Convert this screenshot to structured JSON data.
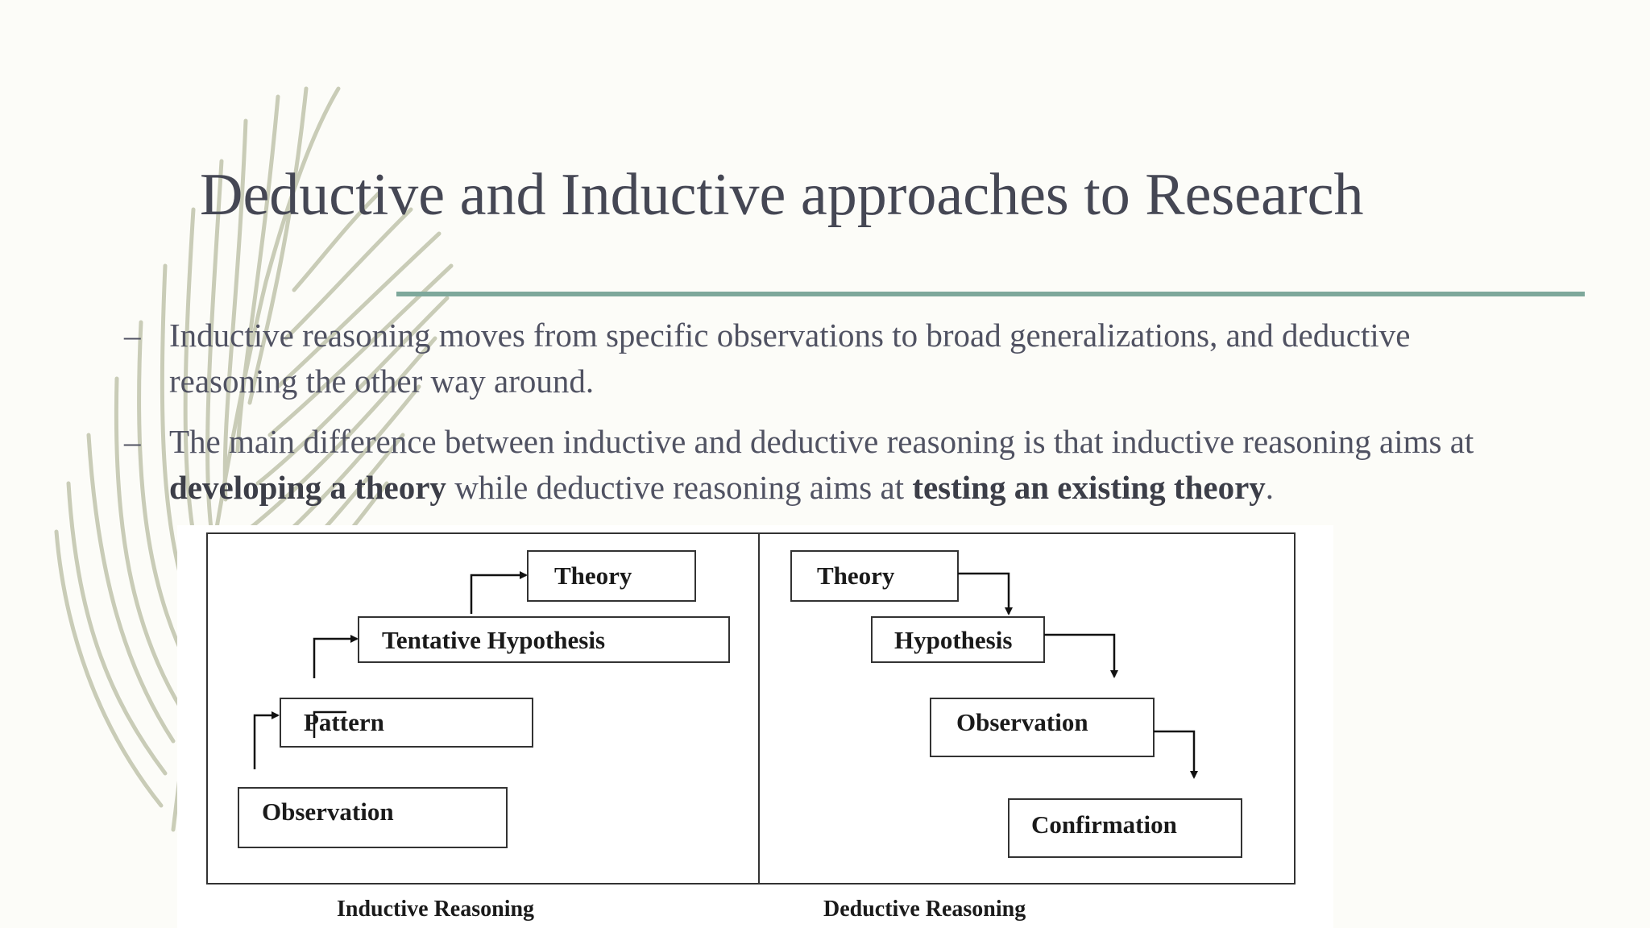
{
  "slide": {
    "title": "Deductive and Inductive approaches to Research",
    "bullets": [
      {
        "dash": "–",
        "text": "Inductive reasoning moves from specific observations to broad generalizations, and deductive reasoning the other way around."
      },
      {
        "dash": "–",
        "part1": "The main difference between inductive and deductive reasoning is that inductive reasoning aims at ",
        "bold1": "developing a theory",
        "part2": " while deductive reasoning aims at ",
        "bold2": "testing an existing theory",
        "part3": "."
      }
    ]
  },
  "diagram": {
    "inductive": {
      "caption": "Inductive Reasoning",
      "steps": [
        "Theory",
        "Tentative Hypothesis",
        "Pattern",
        "Observation"
      ]
    },
    "deductive": {
      "caption": "Deductive Reasoning",
      "steps": [
        "Theory",
        "Hypothesis",
        "Observation",
        "Confirmation"
      ]
    }
  },
  "colors": {
    "accent_rule": "#7ea89b",
    "title_text": "#454754",
    "body_text": "#505262",
    "fern": "#b9bda2"
  },
  "icons": {
    "decoration": "fern-leaf-icon"
  }
}
